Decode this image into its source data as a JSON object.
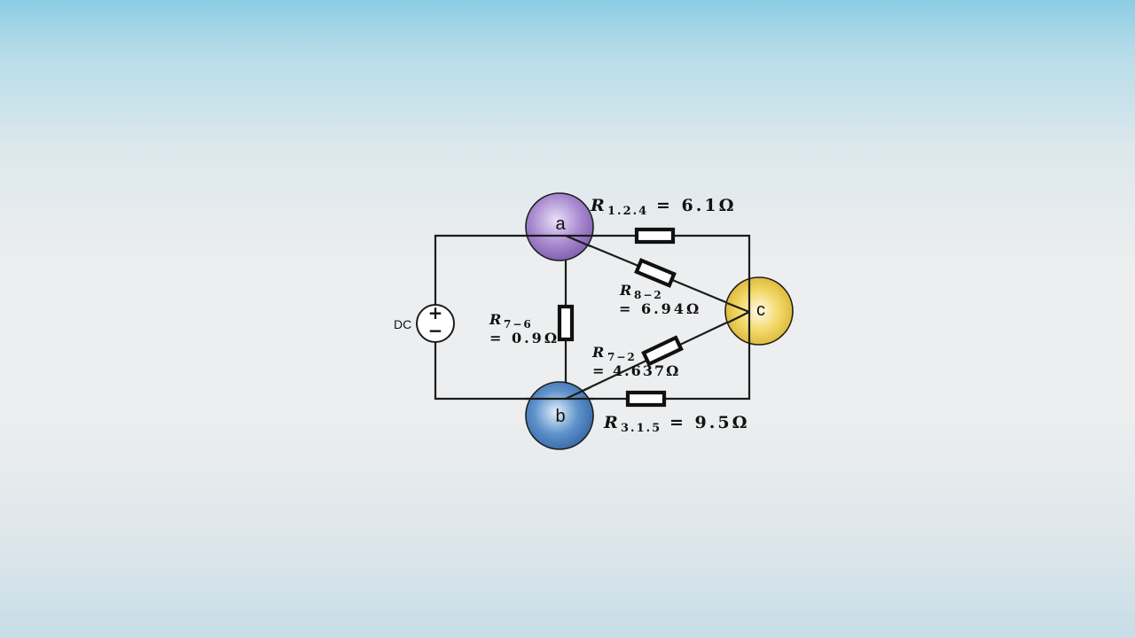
{
  "diagram": {
    "source": {
      "label": "DC",
      "plus": "+",
      "minus": "−"
    },
    "nodes": [
      {
        "id": "a",
        "label": "a",
        "color": "#8a6ab8"
      },
      {
        "id": "b",
        "label": "b",
        "color": "#3f72b2"
      },
      {
        "id": "c",
        "label": "c",
        "color": "#e3c23b"
      }
    ],
    "resistors": [
      {
        "name": "R",
        "sub": "1.2.4",
        "eq": "= 6.1Ω"
      },
      {
        "name": "R",
        "sub": "8−2",
        "eq": "= 6.94Ω"
      },
      {
        "name": "R",
        "sub": "7−6",
        "eq": "= 0.9Ω"
      },
      {
        "name": "R",
        "sub": "7−2",
        "eq": "= 4.637Ω"
      },
      {
        "name": "R",
        "sub": "3.1.5",
        "eq": "= 9.5Ω"
      }
    ]
  }
}
